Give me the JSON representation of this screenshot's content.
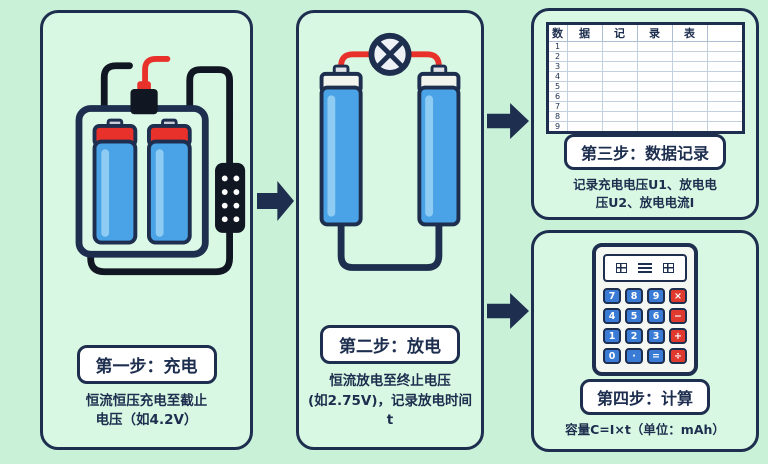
{
  "colors": {
    "background": "#c9f1d8",
    "panel_fill": "#d9f8e3",
    "navy": "#1d2e4e",
    "battery_blue": "#4aa3e6",
    "battery_highlight": "#9bd4f5",
    "wire_red": "#e8312a",
    "calc_button_blue": "#3a7bd5",
    "calc_button_red": "#e03a2f"
  },
  "steps": [
    {
      "label": "第一步：充电",
      "caption": [
        "恒流恒压充电至截止",
        "电压（如4.2V）"
      ]
    },
    {
      "label": "第二步：放电",
      "caption": [
        "恒流放电至终止电压",
        "(如2.75V)，记录放电时间t"
      ]
    },
    {
      "label": "第三步：数据记录",
      "caption": [
        "记录充电电压U1、放电电",
        "压U2、放电电流I"
      ]
    },
    {
      "label": "第四步：计算",
      "caption": [
        "容量C=I×t（单位：mAh）"
      ]
    }
  ],
  "table": {
    "headers": [
      "数",
      "据",
      "记",
      "录",
      "表",
      ""
    ],
    "row_numbers": [
      "1",
      "2",
      "3",
      "4",
      "5",
      "6",
      "7",
      "8",
      "9"
    ]
  },
  "calculator": {
    "buttons": [
      [
        "7",
        "8",
        "9",
        "×"
      ],
      [
        "4",
        "5",
        "6",
        "−"
      ],
      [
        "1",
        "2",
        "3",
        "+"
      ],
      [
        "0",
        "·",
        "=",
        "÷"
      ]
    ]
  }
}
